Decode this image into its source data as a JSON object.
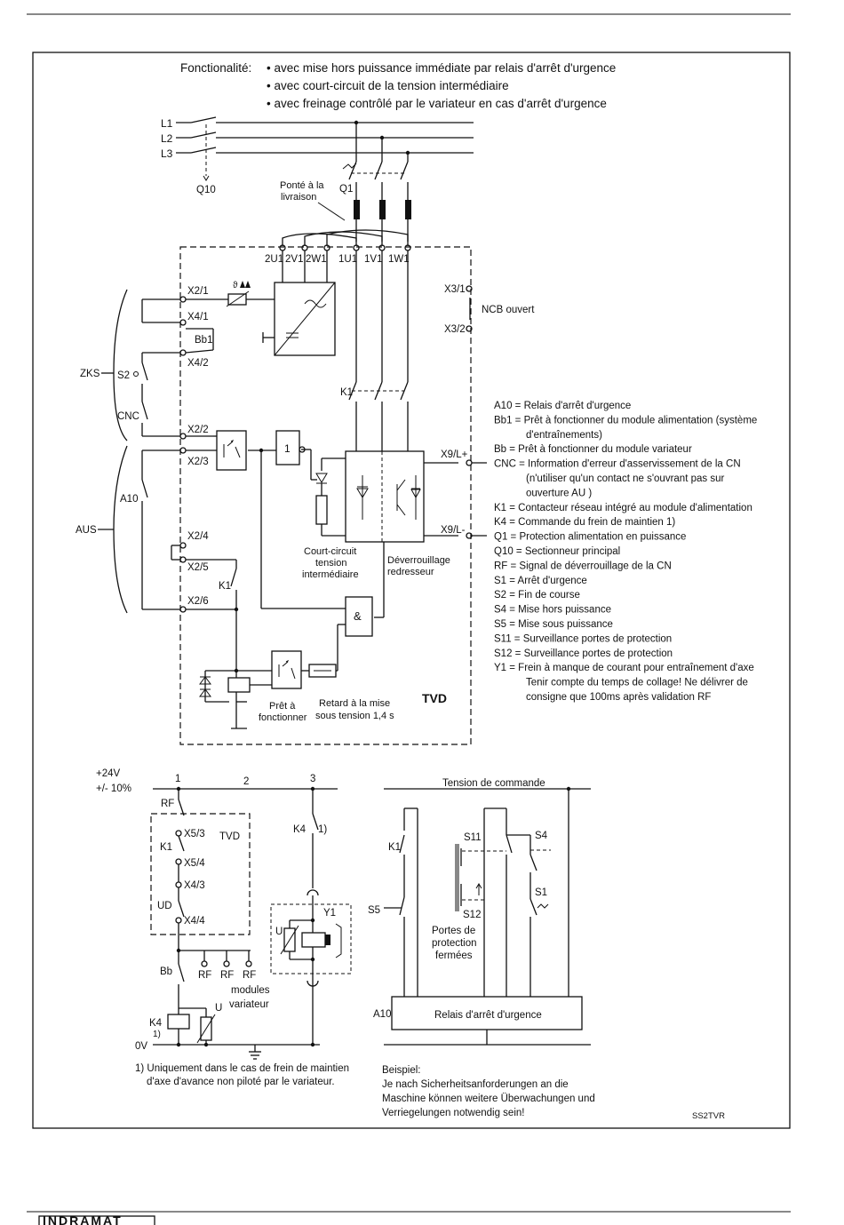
{
  "header": {
    "functionality_label": "Fonctionalité:",
    "bullets": [
      "• avec mise hors puissance immédiate par relais d'arrêt d'urgence",
      "• avec court-circuit de la tension intermédiaire",
      "• avec freinage contrôlé par le variateur en cas d'arrêt d'urgence"
    ]
  },
  "supply": {
    "lines": [
      "L1",
      "L2",
      "L3"
    ],
    "main_switch": "Q10",
    "protection": "Q1",
    "bridge_note": [
      "Ponté à la",
      "livraison"
    ]
  },
  "terminals_top": [
    "2U1",
    "2V1",
    "2W1",
    "1U1",
    "1V1",
    "1W1"
  ],
  "tvd": {
    "name": "TVD",
    "left_terminals": [
      "X2/1",
      "X4/1",
      "X4/2",
      "X2/2",
      "X2/3",
      "X2/4",
      "X2/5",
      "X2/6"
    ],
    "right_terminals": [
      "X3/1",
      "X3/2",
      "X9/L+",
      "X9/L-"
    ],
    "ncb": "NCB ouvert",
    "contactor": "K1",
    "relay_k1": "K1",
    "bb1": "Bb1",
    "logic_one": "1",
    "logic_and": "&",
    "short_circuit": [
      "Court-circuit",
      "tension",
      "intermédiaire"
    ],
    "rectifier_unlock": [
      "Déverrouillage",
      "redresseur"
    ],
    "ready": [
      "Prêt à",
      "fonctionner"
    ],
    "delay": [
      "Retard à la mise",
      "sous tension 1,4 s"
    ],
    "theta": "ϑ"
  },
  "external": {
    "zks": "ZKS",
    "s2": "S2",
    "cnc": "CNC",
    "a10": "A10",
    "aus": "AUS"
  },
  "legend": [
    [
      "A10 = Relais d'arrêt d'urgence"
    ],
    [
      "Bb1 = Prêt à fonctionner du module alimentation (système",
      "d'entraînements)"
    ],
    [
      "Bb  = Prêt à fonctionner du module variateur"
    ],
    [
      "CNC = Information d'erreur d'asservissement de la CN",
      "(n'utiliser qu'un contact ne s'ouvrant pas sur",
      "ouverture AU )"
    ],
    [
      "K1  = Contacteur réseau intégré au module d'alimentation"
    ],
    [
      "K4  = Commande du frein de maintien 1)"
    ],
    [
      "Q1  = Protection alimentation en puissance"
    ],
    [
      "Q10 = Sectionneur principal"
    ],
    [
      "RF  = Signal de déverrouillage de la CN"
    ],
    [
      "S1  = Arrêt d'urgence"
    ],
    [
      "S2  = Fin de course"
    ],
    [
      "S4  = Mise hors puissance"
    ],
    [
      "S5  = Mise sous puissance"
    ],
    [
      "S11 = Surveillance portes de protection"
    ],
    [
      "S12 = Surveillance portes de protection"
    ],
    [
      "Y1  = Frein à manque de courant pour entraînement d'axe",
      "Tenir compte du temps de collage! Ne délivrer de",
      "consigne que 100ms après validation RF"
    ]
  ],
  "brake_circuit": {
    "supply_plus": "+24V",
    "tolerance": "+/- 10%",
    "supply_zero": "0V",
    "nodes": [
      "1",
      "2",
      "3"
    ],
    "rf": "RF",
    "tvd": "TVD",
    "terminals": [
      "X5/3",
      "X5/4",
      "X4/3",
      "X4/4"
    ],
    "k1": "K1",
    "ud": "UD",
    "bb": "Bb",
    "rf_outputs": [
      "RF",
      "RF",
      "RF"
    ],
    "modules": [
      "modules",
      "variateur"
    ],
    "k4": "K4",
    "k4_note": "1)",
    "k4_contact": "K4",
    "k4_contact_note": "1)",
    "u": "U",
    "y1": "Y1",
    "footnote": [
      "1) Uniquement dans le cas de frein de maintien",
      "d'axe d'avance non piloté par le variateur."
    ]
  },
  "control_circuit": {
    "title": "Tension de commande",
    "k1": "K1",
    "s5": "S5",
    "s11": "S11",
    "s12": "S12",
    "s4": "S4",
    "s1": "S1",
    "doors": [
      "Portes de",
      "protection",
      "fermées"
    ],
    "a10": "A10",
    "relay": "Relais d'arrêt d'urgence",
    "note": [
      "Beispiel:",
      "Je nach Sicherheitsanforderungen an die",
      "Maschine können weitere Überwachungen und",
      "Verriegelungen notwendig sein!"
    ]
  },
  "figure_code": "SS2TVR",
  "footer_logo": "INDRAMAT"
}
